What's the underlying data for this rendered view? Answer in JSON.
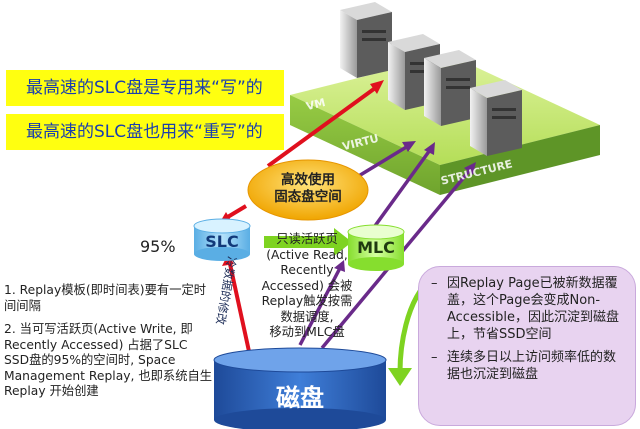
{
  "banners": {
    "slc_write": "最高速的SLC盘是专用来“写”的",
    "slc_rewrite": "最高速的SLC盘也用来“重写”的"
  },
  "center_ellipse": {
    "line1": "高效使用",
    "line2": "固态盘空间"
  },
  "cylinders": {
    "slc": "SLC",
    "mlc": "MLC",
    "disk": "磁盘"
  },
  "slc_percent": "95%",
  "mid_text": [
    "只读活跃页",
    "(Active Read,",
    "Recently",
    "Accessed) 会被",
    "Replay触发按需",
    "数据调度,",
    "移动到MLC盘"
  ],
  "cold_data_label": "冷数据的修改",
  "left_notes": [
    "1. Replay模板(即时间表)要有一定时间间隔",
    "2. 当可写活跃页(Active Write, 即Recently Accessed) 占据了SLC SSD盘的95%的空间时, Space Management Replay, 也即系统自生Replay 开始创建"
  ],
  "right_notes": [
    "因Replay Page已被新数据覆盖，这个Page会变成Non-Accessible，因此沉淀到磁盘上，节省SSD空间",
    "连续多日以上访问频率低的数据也沉淀到磁盘"
  ],
  "platform_text": {
    "left": "VM",
    "right": "STRUCTURE",
    "middle": "VIRTU"
  },
  "colors": {
    "banner_bg": "#ffff10",
    "banner_text": "#1a3fae",
    "arrow_red": "#e0101e",
    "arrow_purple": "#6a2a8a",
    "arrow_green": "#7ed321",
    "platform_green": "#7fc31c",
    "disk_blue": "#2b5fb4",
    "slc_blue": "#7fc6ef",
    "mlc_green": "#a6ef5a",
    "purple_box": "#e8d3f0"
  }
}
